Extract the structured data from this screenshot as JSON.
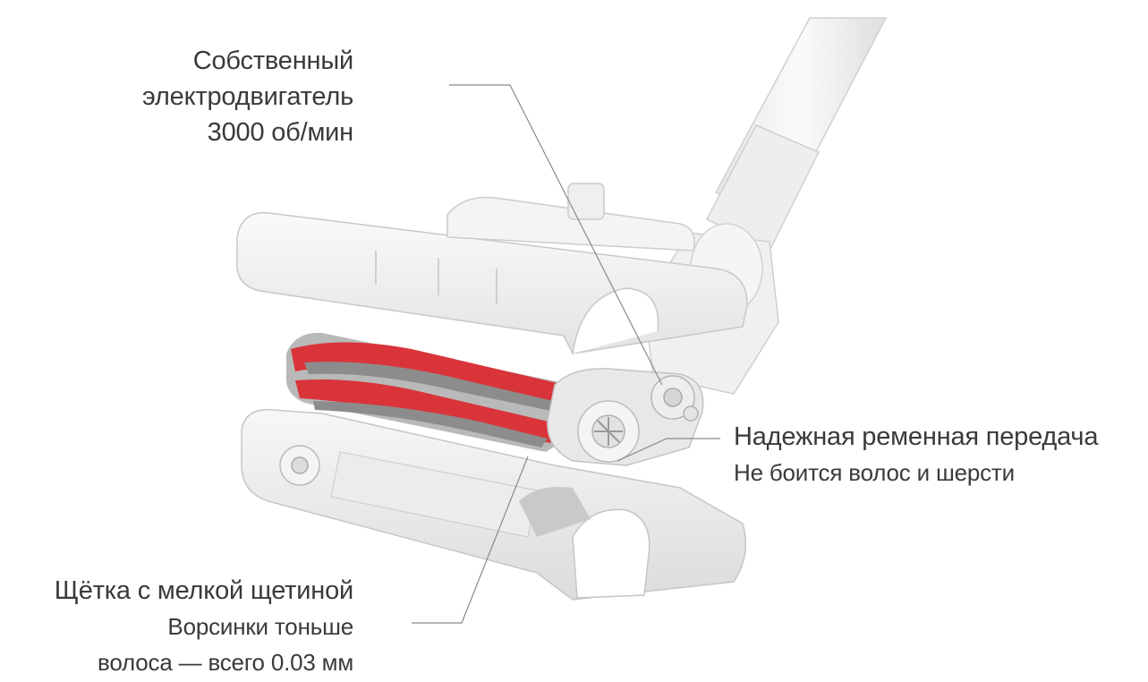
{
  "callouts": {
    "motor": {
      "lines": [
        "Собственный",
        "электродвигатель",
        "3000 об/мин"
      ]
    },
    "belt": {
      "lines": [
        "Надежная ременная передача",
        "Не боится волос и шерсти"
      ]
    },
    "brush": {
      "lines": [
        "Щётка с мелкой щетиной",
        "Ворсинки тоньше",
        "волоса — всего 0.03 мм"
      ]
    }
  },
  "colors": {
    "text": "#3a3a3a",
    "leader": "#8a8a8a",
    "plastic": "#f2f2f2",
    "plastic_shadow": "#d9d9d9",
    "bristle_red": "#d9343a",
    "bristle_grey": "#8c8c8c"
  },
  "illustration": {
    "subject": "vacuum-cleaner-brush-head-exploded-view"
  }
}
